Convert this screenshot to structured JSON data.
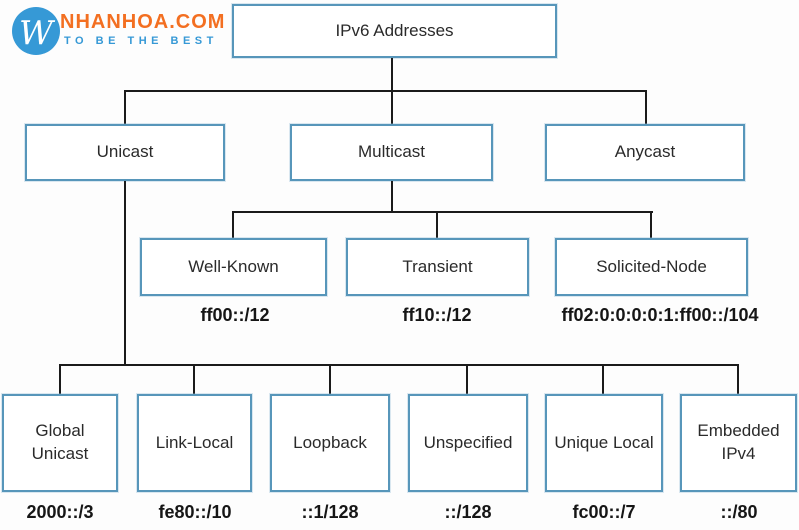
{
  "logo": {
    "monogram": "W",
    "brand": "NHANHOA.COM",
    "tagline": "TO BE THE BEST"
  },
  "colors": {
    "box_border": "#5796ba",
    "line": "#1b1b1b",
    "brand_orange": "#f36f21",
    "brand_blue": "#3699d6"
  },
  "diagram": {
    "root": {
      "label": "IPv6 Addresses"
    },
    "level1": [
      {
        "label": "Unicast"
      },
      {
        "label": "Multicast"
      },
      {
        "label": "Anycast"
      }
    ],
    "multicast_types": [
      {
        "label": "Well-Known",
        "prefix": "ff00::/12"
      },
      {
        "label": "Transient",
        "prefix": "ff10::/12"
      },
      {
        "label": "Solicited-Node",
        "prefix": "ff02:0:0:0:0:1:ff00::/104"
      }
    ],
    "unicast_types": [
      {
        "label": "Global Unicast",
        "prefix": "2000::/3"
      },
      {
        "label": "Link-Local",
        "prefix": "fe80::/10"
      },
      {
        "label": "Loopback",
        "prefix": "::1/128"
      },
      {
        "label": "Unspecified",
        "prefix": "::/128"
      },
      {
        "label": "Unique Local",
        "prefix": "fc00::/7"
      },
      {
        "label": "Embedded IPv4",
        "prefix": "::/80"
      }
    ]
  }
}
